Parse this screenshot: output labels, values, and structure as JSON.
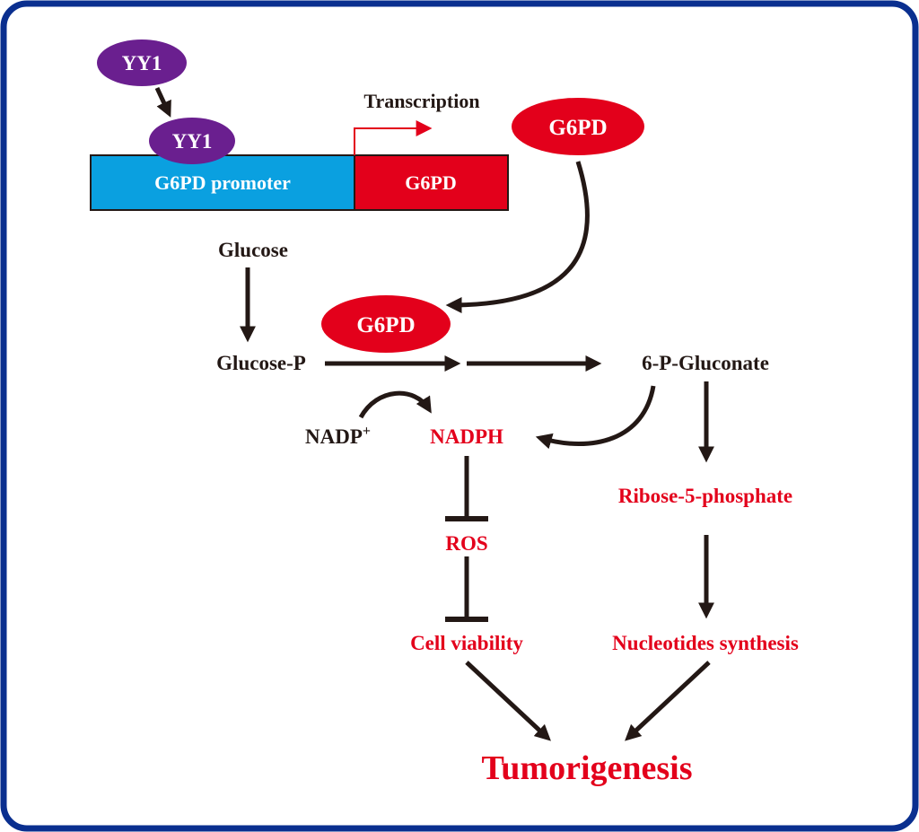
{
  "yy1_free": "YY1",
  "yy1_bound": "YY1",
  "transcription": "Transcription",
  "promoter": "G6PD promoter",
  "gene": "G6PD",
  "g6pd_protein": "G6PD",
  "g6pd_enzyme": "G6PD",
  "glucose": "Glucose",
  "glucose_p": "Glucose-P",
  "gluconate": "6-P-Gluconate",
  "nadp_base": "NADP",
  "nadp_sup": "+",
  "nadph": "NADPH",
  "ros": "ROS",
  "ribose": "Ribose-5-phosphate",
  "cell_viability": "Cell viability",
  "nucleotides": "Nucleotides synthesis",
  "tumorigenesis": "Tumorigenesis",
  "colors": {
    "frame": "#0a2f8f",
    "purple": "#6a1f8f",
    "promoter_blue": "#0aa0e0",
    "red": "#e3001b",
    "arrow": "#231815",
    "text": "#231815"
  }
}
